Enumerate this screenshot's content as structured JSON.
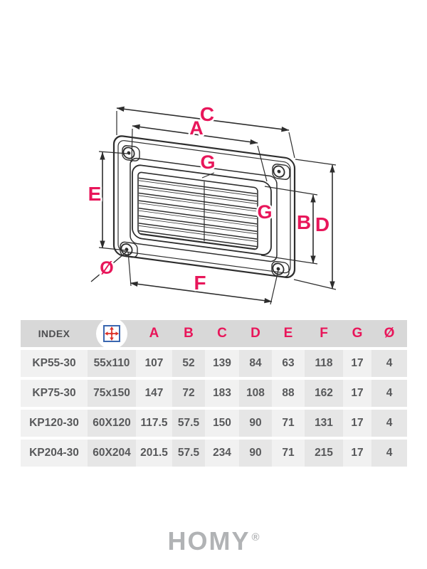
{
  "diagram": {
    "dimension_labels": {
      "C": "C",
      "A": "A",
      "G_top": "G",
      "E": "E",
      "G_side": "G",
      "B": "B",
      "D": "D",
      "diameter": "Ø",
      "F": "F"
    },
    "accent_color": "#e8165a",
    "line_color": "#2d2d2d"
  },
  "table": {
    "header": {
      "index": "INDEX",
      "icon": "dimensions-icon",
      "dims": [
        "A",
        "B",
        "C",
        "D",
        "E",
        "F",
        "G",
        "Ø"
      ]
    },
    "rows": [
      {
        "index": "KP55-30",
        "size": "55x110",
        "dims": [
          "107",
          "52",
          "139",
          "84",
          "63",
          "118",
          "17",
          "4"
        ]
      },
      {
        "index": "KP75-30",
        "size": "75x150",
        "dims": [
          "147",
          "72",
          "183",
          "108",
          "88",
          "162",
          "17",
          "4"
        ]
      },
      {
        "index": "KP120-30",
        "size": "60X120",
        "dims": [
          "117.5",
          "57.5",
          "150",
          "90",
          "71",
          "131",
          "17",
          "4"
        ]
      },
      {
        "index": "KP204-30",
        "size": "60X204",
        "dims": [
          "201.5",
          "57.5",
          "234",
          "90",
          "71",
          "215",
          "17",
          "4"
        ]
      }
    ]
  },
  "footer": {
    "brand": "HOMY",
    "registered_mark": "®"
  }
}
